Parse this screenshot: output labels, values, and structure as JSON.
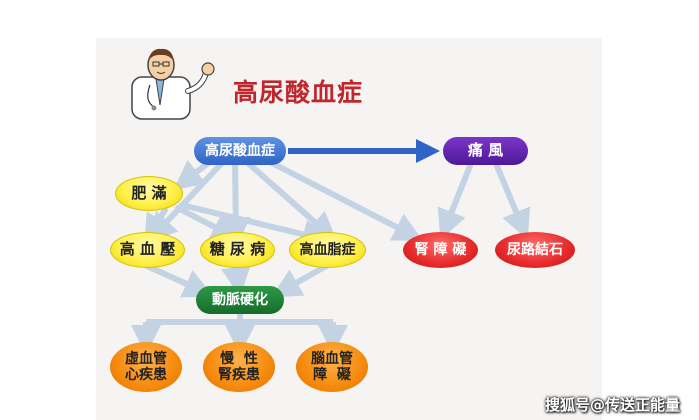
{
  "title": "高尿酸血症",
  "nodes": {
    "hyperuricemia": "高尿酸血症",
    "gout": "痛 風",
    "obesity": "肥 滿",
    "hypertension": "高 血 壓",
    "diabetes": "糖 尿 病",
    "hyperlipidemia": "高血脂症",
    "kidney_disorder": "腎 障 礙",
    "urinary_stones": "尿路結石",
    "arteriosclerosis": "動脈硬化",
    "ischemic_heart": [
      "虛血管",
      "心疾患"
    ],
    "chronic_kidney": [
      "慢  性",
      "腎疾患"
    ],
    "cerebrovascular": [
      "腦血管",
      "障  礙"
    ]
  },
  "watermark": "搜狐号@传送正能量",
  "colors": {
    "title_red": "#c0262d",
    "arrow_blue": "#2f63c6",
    "arrow_light": "#c3d3e4",
    "node_yellow": "#fff04a",
    "node_purple": "#5c22a8",
    "node_red": "#e52a2a",
    "node_green": "#1e7d36",
    "node_orange": "#f58a0d"
  },
  "icons": [
    "doctor-icon"
  ]
}
